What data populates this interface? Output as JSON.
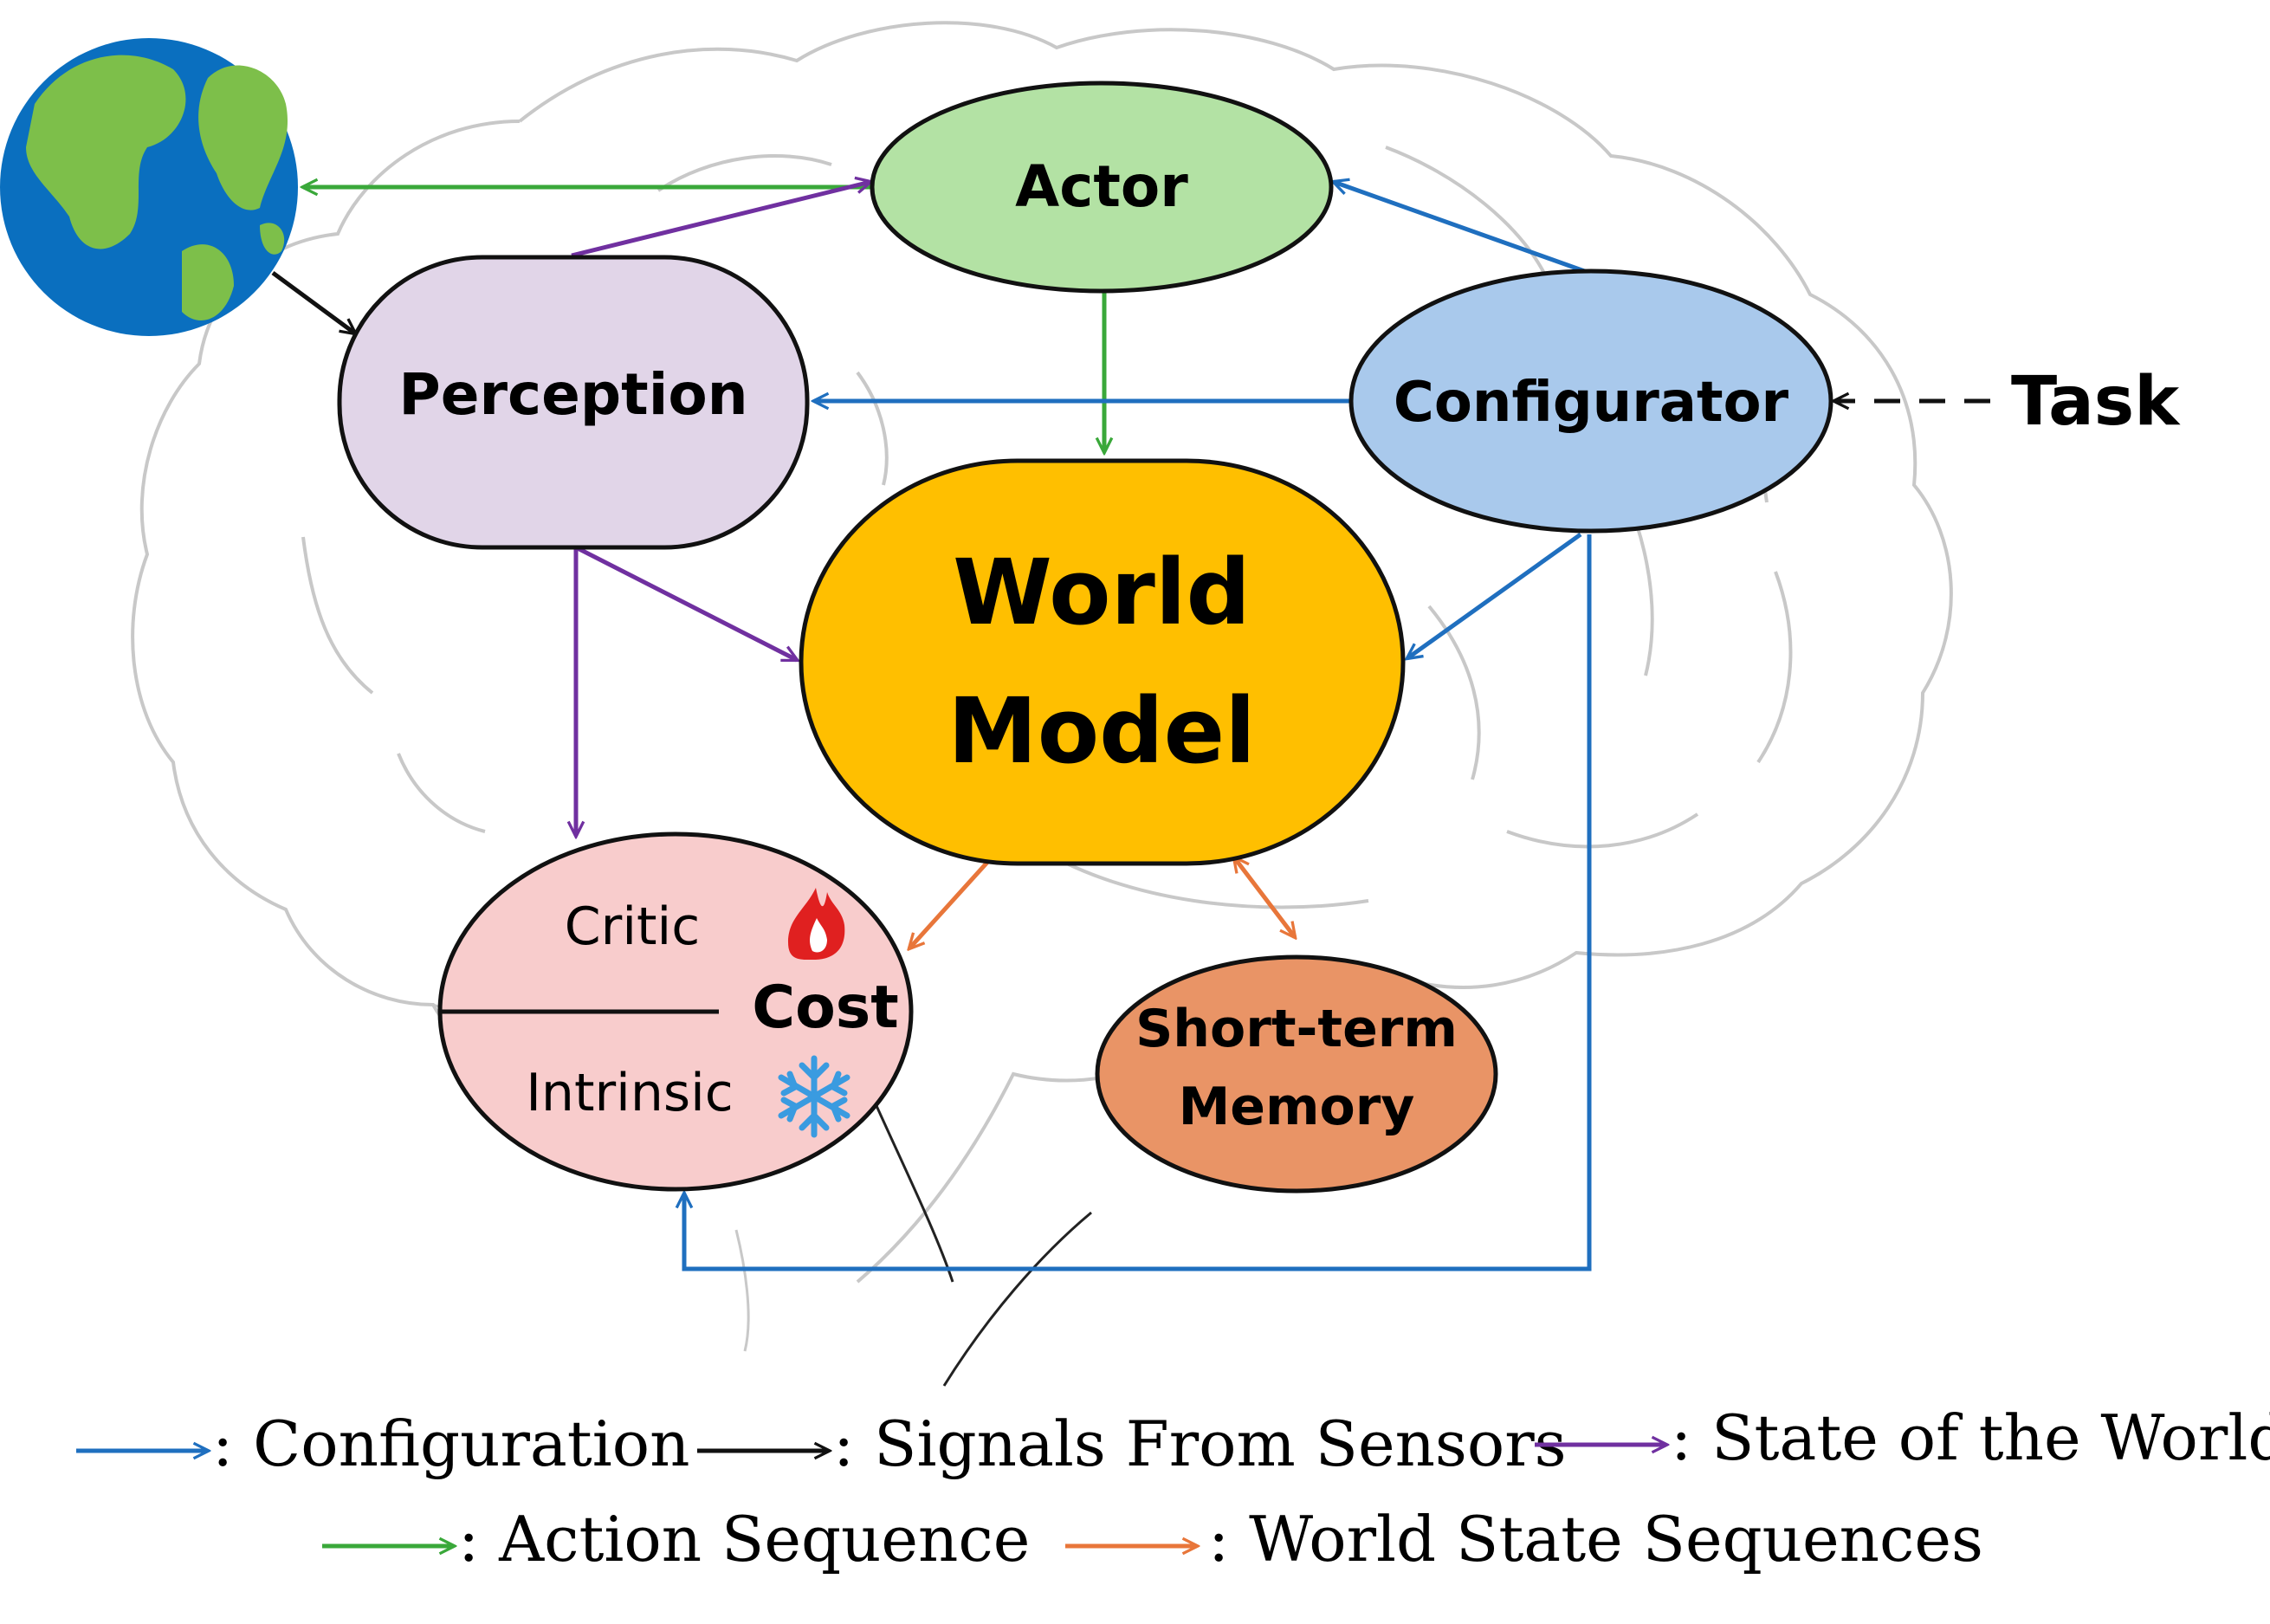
{
  "nodes": {
    "actor": {
      "label": "Actor",
      "fill": "#b3e2a4"
    },
    "perception": {
      "label": "Perception",
      "fill": "#e1d5e8"
    },
    "configurator": {
      "label": "Configurator",
      "fill": "#a9c9ec"
    },
    "world_model": {
      "line1": "World",
      "line2": "Model",
      "fill": "#ffbf00"
    },
    "cost": {
      "label": "Cost",
      "critic": "Critic",
      "intrinsic": "Intrinsic",
      "fill": "#f8cccc"
    },
    "memory": {
      "line1": "Short-term",
      "line2": "Memory",
      "fill": "#e99466"
    }
  },
  "task_label": "Task",
  "icons": [
    "earth-globe-icon",
    "fire-icon",
    "snowflake-icon",
    "brain-outline"
  ],
  "colors": {
    "configuration": "#1f6fbf",
    "signals": "#111111",
    "state": "#7030a0",
    "action": "#3aa83a",
    "world_state": "#e8763a"
  },
  "legend": {
    "configuration": ": Configuration",
    "signals": ": Signals From Sensors",
    "state": ": State of the World",
    "action": ": Action Sequence",
    "world_state": ": World State Sequences"
  }
}
